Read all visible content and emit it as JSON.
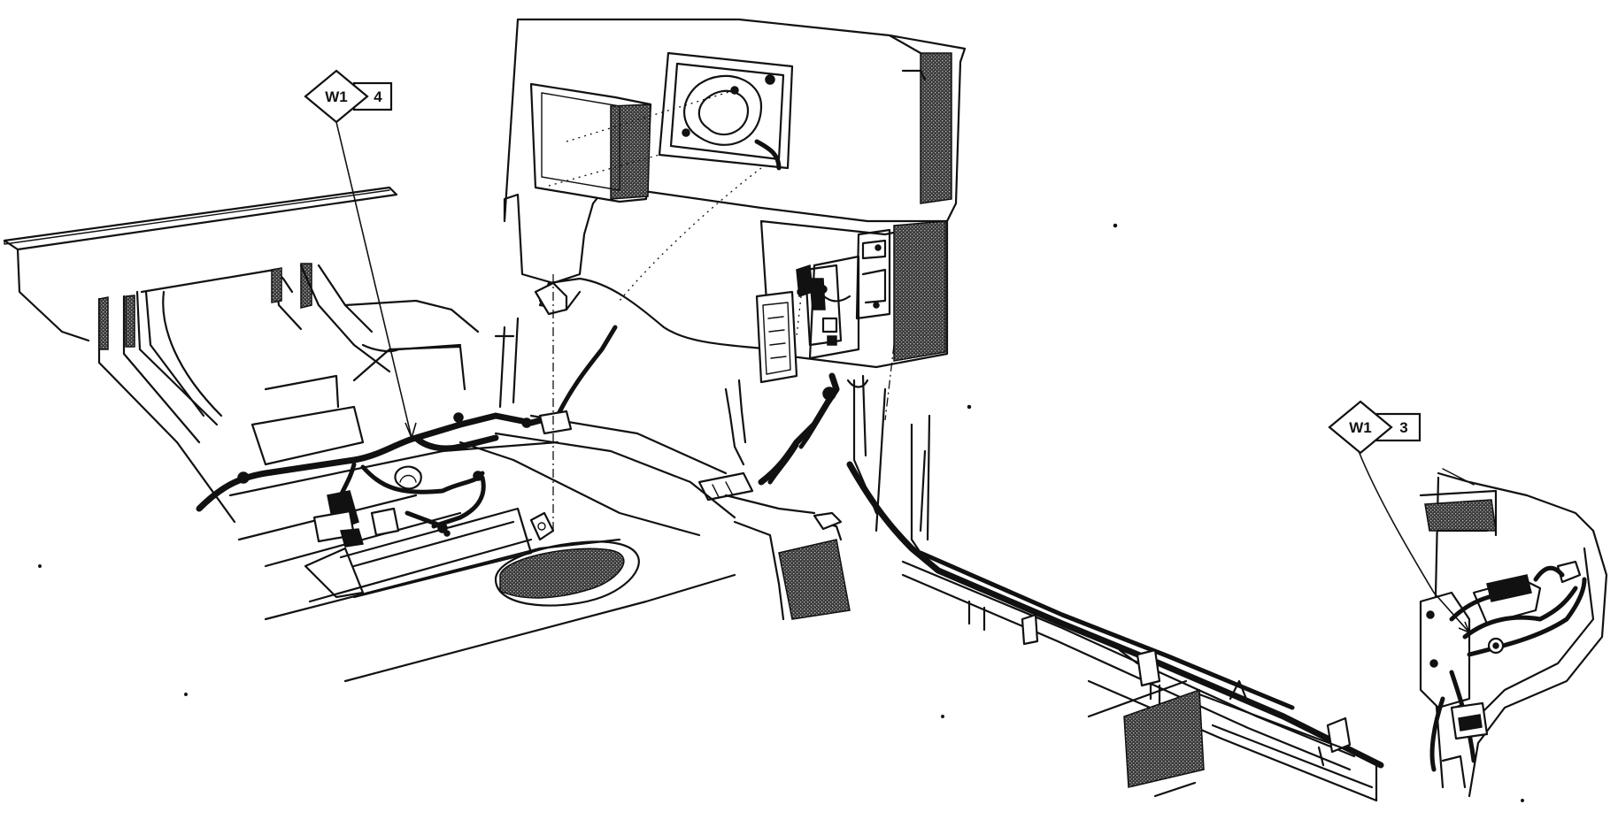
{
  "callouts": [
    {
      "id": "callout-w1-4",
      "code": "W1",
      "number": "4"
    },
    {
      "id": "callout-w1-3",
      "code": "W1",
      "number": "3"
    }
  ],
  "colors": {
    "ink": "#111111",
    "paper": "#ffffff",
    "shade": "#555555"
  }
}
